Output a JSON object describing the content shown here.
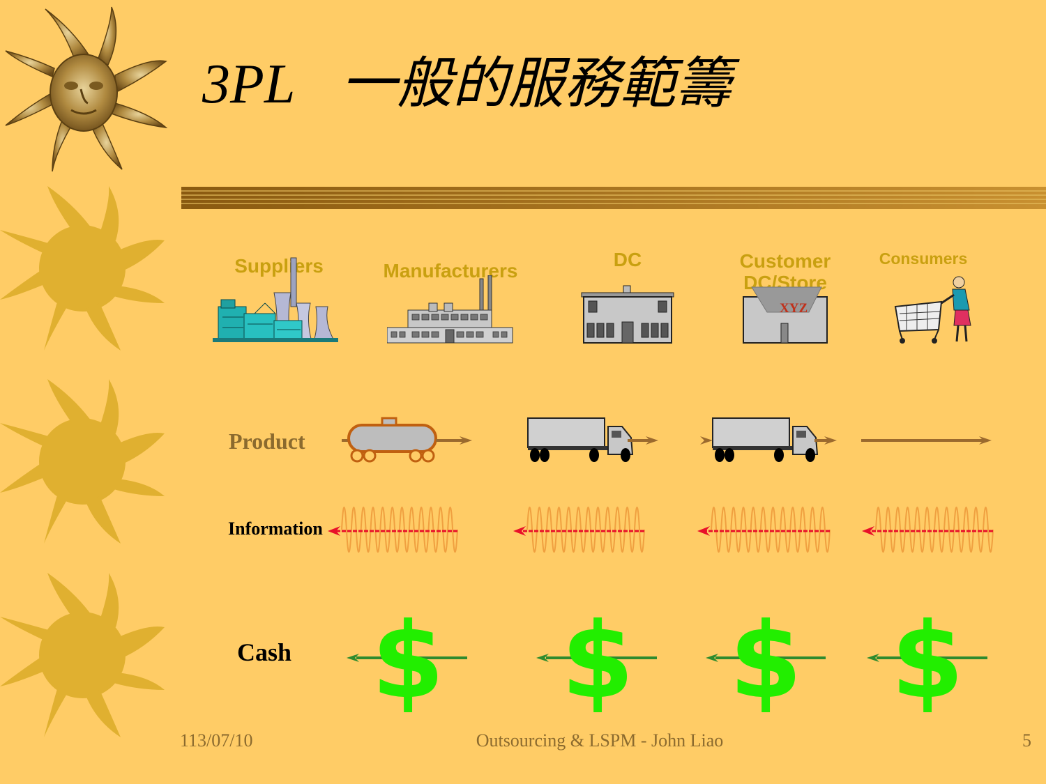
{
  "slide": {
    "title_part1": "3PL",
    "title_part2": "一般的服務範籌",
    "background_color": "#FFCC66"
  },
  "stages": [
    {
      "label": "Suppliers",
      "icon": "factory-plant-icon"
    },
    {
      "label": "Manufacturers",
      "icon": "manufacturing-building-icon"
    },
    {
      "label": "DC",
      "icon": "warehouse-building-icon"
    },
    {
      "label": "Customer DC/Store",
      "sign": "XYZ",
      "icon": "store-building-icon"
    },
    {
      "label": "Consumers",
      "icon": "shopper-with-cart-icon"
    }
  ],
  "rows": {
    "product": "Product",
    "information": "Information",
    "cash": "Cash"
  },
  "footer": {
    "date": "113/07/10",
    "center": "Outsourcing & LSPM - John Liao",
    "page": "5"
  },
  "colors": {
    "stage_label": "#C9A010",
    "product_label": "#8B6A2E",
    "product_arrow": "#9B6A2E",
    "info_arrow": "#E8102A",
    "info_wave": "#F0A040",
    "cash_arrow": "#2E8B2E",
    "dollar": "#22EE00",
    "sun_decor": "#E0B030"
  }
}
